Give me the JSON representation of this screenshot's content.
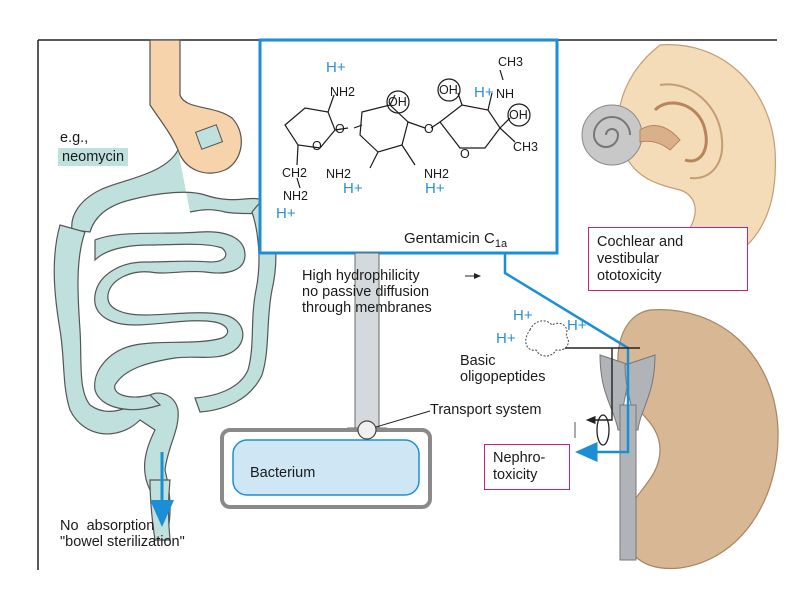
{
  "drug_example": {
    "prefix": "e.g.,",
    "name": "neomycin"
  },
  "gut_outcome": {
    "line1": "No  absorption",
    "line2": "\"bowel sterilization\""
  },
  "molecule": {
    "name": "Gentamicin C",
    "subscript": "1a",
    "groups": {
      "nh2": "NH2",
      "oh": "OH",
      "ch3": "CH3",
      "ch2": "CH2",
      "nh": "NH",
      "h_plus": "H+"
    }
  },
  "hydrophilicity_note": {
    "line1": "High hydrophilicity",
    "line2": "no passive diffusion",
    "line3": "through membranes"
  },
  "bacterium": "Bacterium",
  "transport": "Transport system",
  "oligopeptides": {
    "line1": "Basic",
    "line2": "oligopeptides",
    "charge": "H+"
  },
  "ototoxicity": {
    "line1": "Cochlear and",
    "line2": "vestibular",
    "line3": "ototoxicity"
  },
  "nephrotoxicity": {
    "line1": "Nephro-",
    "line2": "toxicity"
  },
  "colors": {
    "accent": "#1a8fd6",
    "gut": "#bfe0dc",
    "stomach": "#f6d3aa",
    "skin": "#f4dcb8",
    "kidney": "#d8b894",
    "box_border": "#c0238c",
    "bacterium_fill": "#cfe7f5"
  }
}
